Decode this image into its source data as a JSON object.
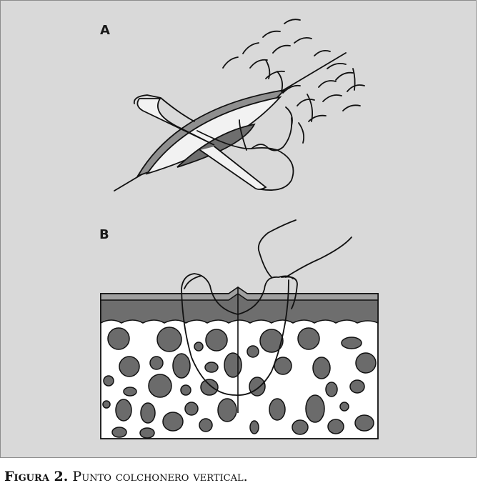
{
  "figure": {
    "label_a": "A",
    "label_b": "B",
    "caption_number": "Figura 2.",
    "caption_text": "Punto colchonero vertical."
  },
  "colors": {
    "panel_background": "#d9d9d9",
    "skin_surface": "#9a9a9a",
    "dermis": "#6e6e6e",
    "fat_lobules": "#6b6b6b",
    "tissue_white": "#ffffff",
    "suture_line": "#111111"
  }
}
